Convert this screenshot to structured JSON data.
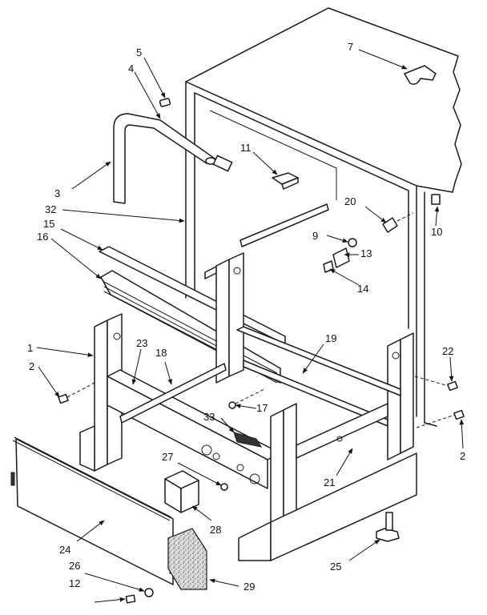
{
  "labels": [
    {
      "id": "l1",
      "text": "1"
    },
    {
      "id": "l2a",
      "text": "2"
    },
    {
      "id": "l2b",
      "text": "2"
    },
    {
      "id": "l3",
      "text": "3"
    },
    {
      "id": "l4",
      "text": "4"
    },
    {
      "id": "l5",
      "text": "5"
    },
    {
      "id": "l7",
      "text": "7"
    },
    {
      "id": "l9",
      "text": "9"
    },
    {
      "id": "l10",
      "text": "10"
    },
    {
      "id": "l11",
      "text": "11"
    },
    {
      "id": "l12",
      "text": "12"
    },
    {
      "id": "l13",
      "text": "13"
    },
    {
      "id": "l14",
      "text": "14"
    },
    {
      "id": "l15",
      "text": "15"
    },
    {
      "id": "l16",
      "text": "16"
    },
    {
      "id": "l17",
      "text": "17"
    },
    {
      "id": "l18",
      "text": "18"
    },
    {
      "id": "l19",
      "text": "19"
    },
    {
      "id": "l20",
      "text": "20"
    },
    {
      "id": "l21",
      "text": "21"
    },
    {
      "id": "l22",
      "text": "22"
    },
    {
      "id": "l23",
      "text": "23"
    },
    {
      "id": "l24",
      "text": "24"
    },
    {
      "id": "l25",
      "text": "25"
    },
    {
      "id": "l26",
      "text": "26"
    },
    {
      "id": "l27",
      "text": "27"
    },
    {
      "id": "l28",
      "text": "28"
    },
    {
      "id": "l29",
      "text": "29"
    },
    {
      "id": "l32",
      "text": "32"
    },
    {
      "id": "l33",
      "text": "33"
    }
  ]
}
